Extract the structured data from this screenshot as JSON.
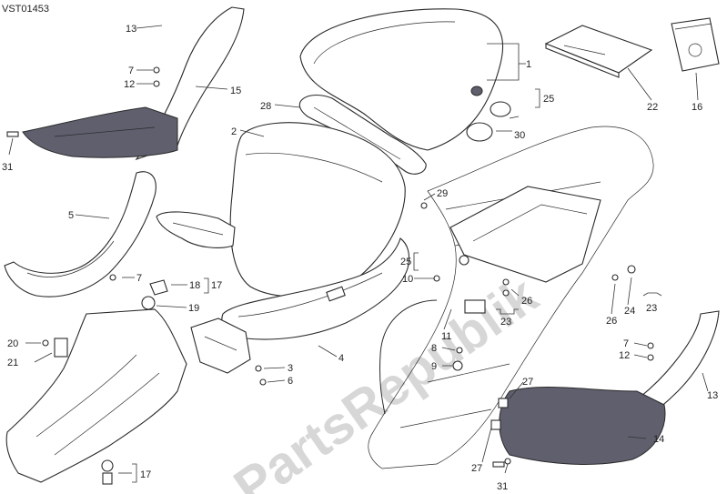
{
  "diagram_code": "VST01453",
  "watermark": "PartsRepublik",
  "labels": [
    {
      "id": "l13a",
      "text": "13"
    },
    {
      "id": "l7a",
      "text": "7"
    },
    {
      "id": "l12a",
      "text": "12"
    },
    {
      "id": "l15",
      "text": "15"
    },
    {
      "id": "l31a",
      "text": "31"
    },
    {
      "id": "l2",
      "text": "2"
    },
    {
      "id": "l28",
      "text": "28"
    },
    {
      "id": "l1",
      "text": "1"
    },
    {
      "id": "l25a",
      "text": "25"
    },
    {
      "id": "l30",
      "text": "30"
    },
    {
      "id": "l22",
      "text": "22"
    },
    {
      "id": "l16",
      "text": "16"
    },
    {
      "id": "l5",
      "text": "5"
    },
    {
      "id": "l7b",
      "text": "7"
    },
    {
      "id": "l18",
      "text": "18"
    },
    {
      "id": "l17a",
      "text": "17"
    },
    {
      "id": "l19",
      "text": "19"
    },
    {
      "id": "l29",
      "text": "29"
    },
    {
      "id": "l25b",
      "text": "25"
    },
    {
      "id": "l10",
      "text": "10"
    },
    {
      "id": "l26a",
      "text": "26"
    },
    {
      "id": "l23a",
      "text": "23"
    },
    {
      "id": "l11",
      "text": "11"
    },
    {
      "id": "l26b",
      "text": "26"
    },
    {
      "id": "l24",
      "text": "24"
    },
    {
      "id": "l23b",
      "text": "23"
    },
    {
      "id": "l20",
      "text": "20"
    },
    {
      "id": "l21",
      "text": "21"
    },
    {
      "id": "l4",
      "text": "4"
    },
    {
      "id": "l3",
      "text": "3"
    },
    {
      "id": "l6",
      "text": "6"
    },
    {
      "id": "l8",
      "text": "8"
    },
    {
      "id": "l9",
      "text": "9"
    },
    {
      "id": "l7c",
      "text": "7"
    },
    {
      "id": "l12b",
      "text": "12"
    },
    {
      "id": "l13b",
      "text": "13"
    },
    {
      "id": "l27a",
      "text": "27"
    },
    {
      "id": "l14",
      "text": "14"
    },
    {
      "id": "l27b",
      "text": "27"
    },
    {
      "id": "l31b",
      "text": "31"
    },
    {
      "id": "l17b",
      "text": "17"
    }
  ]
}
